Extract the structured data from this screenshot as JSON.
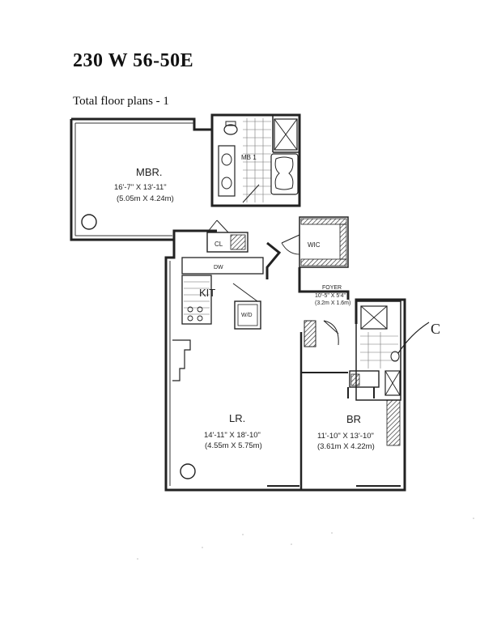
{
  "document": {
    "title": "230 W 56-50E",
    "subtitle": "Total floor plans - 1"
  },
  "rooms": {
    "master_bedroom": {
      "name": "MBR.",
      "dim_imperial": "16'-7\" X 13'-11\"",
      "dim_metric": "(5.05m X 4.24m)"
    },
    "master_bath": {
      "label": "MB 1"
    },
    "closet": {
      "label": "CL"
    },
    "wic": {
      "label": "WIC"
    },
    "dishwasher": {
      "label": "DW"
    },
    "kitchen": {
      "label": "KIT"
    },
    "washer_dryer": {
      "label": "W/D"
    },
    "foyer": {
      "name": "FOYER",
      "dim_imperial": "10'-5\" X 5'4\"",
      "dim_metric": "(3.2m X 1.6m)"
    },
    "living_room": {
      "name": "LR.",
      "dim_imperial": "14'-11\" X 18'-10\"",
      "dim_metric": "(4.55m X 5.75m)"
    },
    "bedroom": {
      "name": "BR",
      "dim_imperial": "11'-10\" X 13'-10\"",
      "dim_metric": "(3.61m X 4.22m)"
    }
  },
  "callout": {
    "label": "C"
  }
}
